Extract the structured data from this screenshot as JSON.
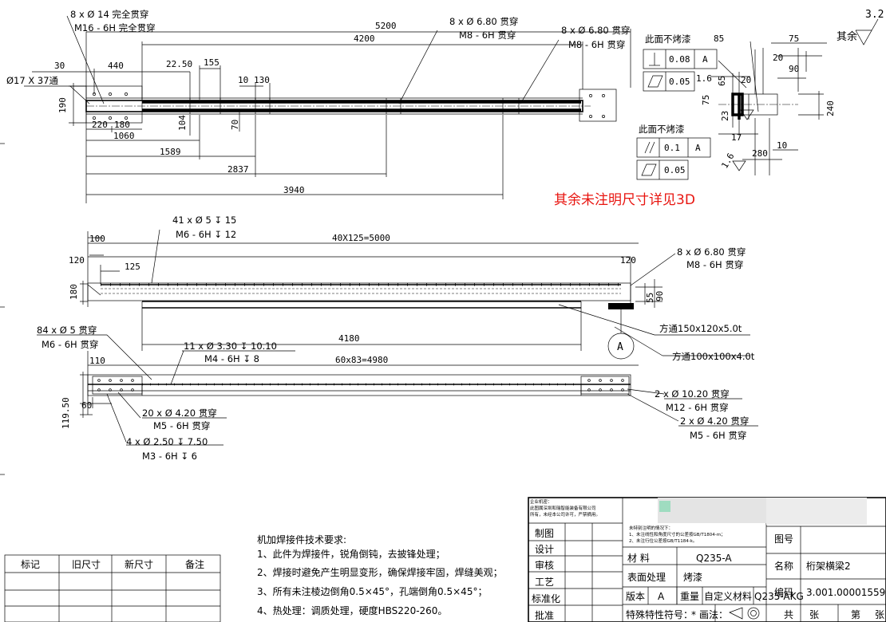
{
  "view1": {
    "callouts": {
      "holes_14": "8 x Ø 14 完全贯穿",
      "thread_m16": "M16 - 6H 完全贯穿",
      "holes_680_a": "8 x Ø 6.80 贯穿",
      "thread_m8_a": "M8 - 6H 贯穿",
      "holes_680_b": "8 x Ø 6.80 贯穿",
      "thread_m8_b": "M8 - 6H 贯穿",
      "through_17": "Ø17 X 37通"
    },
    "dims": {
      "d5200": "5200",
      "d4200": "4200",
      "d30": "30",
      "d440": "440",
      "d22_50": "22.50",
      "d155": "155",
      "d10": "10",
      "d130": "130",
      "d190": "190",
      "d220": "220",
      "d180": "180",
      "d104": "104",
      "d70": "70",
      "d1060": "1060",
      "d1589": "1589",
      "d2837": "2837",
      "d3940": "3940"
    }
  },
  "detail": {
    "no_paint_1": "此面不烤漆",
    "no_paint_2": "此面不烤漆",
    "fcf1": {
      "val": "0.08",
      "datum": "A"
    },
    "fcf2": {
      "val": "0.05"
    },
    "fcf3": {
      "val": "0.1",
      "datum": "A"
    },
    "fcf4": {
      "val": "0.05"
    },
    "dims": {
      "d85": "85",
      "d75": "75",
      "d20a": "20",
      "d90": "90",
      "d20b": "20",
      "d1_6a": "1.6",
      "d65": "65",
      "d75b": "75",
      "d240": "240",
      "d23": "23",
      "d17": "17",
      "d280": "280",
      "d10": "10",
      "d1_6b": "1.6"
    }
  },
  "roughness": {
    "value": "3.2",
    "label": "其余"
  },
  "red_note": "其余未注明尺寸详见3D",
  "view2": {
    "callouts": {
      "holes_5": "41 x Ø 5 ↧ 15",
      "thread_m6": "M6 - 6H ↧ 12",
      "holes_680": "8 x Ø 6.80 贯穿",
      "thread_m8": "M8 - 6H 贯穿",
      "tube1": "方通150x120x5.0t",
      "tube2": "方通100x100x4.0t",
      "circle": "A"
    },
    "dims": {
      "d100": "100",
      "d40x125": "40X125=5000",
      "d120a": "120",
      "d125": "125",
      "d120b": "120",
      "d180": "180",
      "d55": "55",
      "d90": "90",
      "d4180": "4180"
    }
  },
  "view3": {
    "callouts": {
      "holes_84": "84 x Ø 5 贯穿",
      "thread_m6": "M6 - 6H 贯穿",
      "holes_330": "11 x Ø 3.30 ↧ 10.10",
      "thread_m4": "M4 - 6H ↧ 8",
      "holes_1020": "2 x Ø 10.20 贯穿",
      "thread_m12": "M12 - 6H 贯穿",
      "holes_420_b": "2 x Ø 4.20 贯穿",
      "thread_m5_b": "M5 - 6H 贯穿",
      "holes_420_a": "20 x Ø 4.20 贯穿",
      "thread_m5_a": "M5 - 6H 贯穿",
      "holes_250": "4 x Ø 2.50 ↧ 7.50",
      "thread_m3": "M3 - 6H ↧ 6"
    },
    "dims": {
      "d110": "110",
      "d60x83": "60x83=4980",
      "d60": "60",
      "d119_50": "119.50"
    }
  },
  "tech_req": {
    "title": "机加焊接件技术要求:",
    "items": [
      "1、此件为焊接件，锐角倒钝，去披锋处理；",
      "2、焊接时避免产生明显变形，确保焊接牢固，焊缝美观；",
      "3、所有未注棱边倒角0.5×45°，孔端倒角0.5×45°；",
      "4、热处理：调质处理，硬度HBS220-260。"
    ]
  },
  "revision_table": {
    "headers": [
      "标记",
      "旧尺寸",
      "新尺寸",
      "备注"
    ]
  },
  "title_block": {
    "company_note_1": "企业机密：",
    "company_note_2": "此图属深圳和瑞智能装备有限公司",
    "company_note_3": "所有，未经本公司许可，严禁摘用。",
    "tol_note_1": "未特别注明的情况下：",
    "tol_note_2": "1、未注线性和角度尺寸的公差按GB/T1804-m；",
    "tol_note_3": "2、未注行位公差按GB/T1184-k。",
    "roles": [
      "制图",
      "设计",
      "审核",
      "工艺",
      "标准化",
      "批准"
    ],
    "material_label": "材 料",
    "material_value": "Q235-A",
    "surface_label": "表面处理",
    "surface_value": "烤漆",
    "version_label": "版本",
    "version_value": "A",
    "weight_label": "重量",
    "weight_value": "自定义材料",
    "weight_extra": "Q235-AKG",
    "drawing_no_label": "图号",
    "name_label": "名称",
    "name_value": "桁架横梁2",
    "code_label": "编码",
    "code_value": "3.001.00001559",
    "special_label": "特殊特性符号：",
    "method_label": "画法：",
    "total_label": "共",
    "sheets_label": "张",
    "page_label": "第",
    "page_sheets_label": "张"
  }
}
